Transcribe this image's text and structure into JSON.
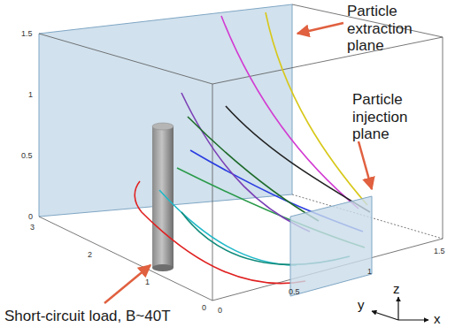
{
  "diagram": {
    "labels": [
      "Particle extraction plane",
      "Particle injection plane",
      "Short-circuit load, B~40T",
      "1.5",
      "1",
      "0.5",
      "0",
      "3",
      "2",
      "1",
      "0",
      "0",
      "0.5",
      "1",
      "1.5",
      "y",
      "z",
      "x"
    ]
  }
}
